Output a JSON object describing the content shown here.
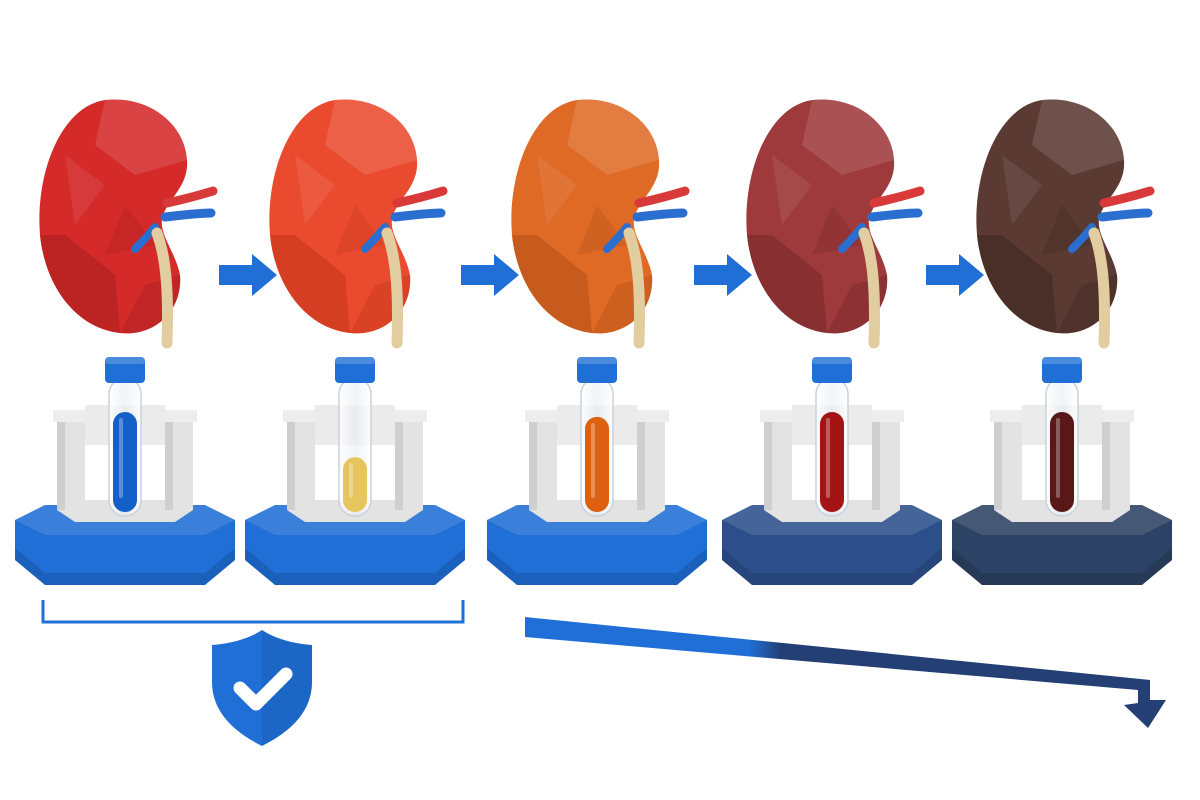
{
  "stages": [
    {
      "kidney_color": "#d42a2a",
      "kidney_shadow": "#a81d1d",
      "fluid_color": "#1560c8",
      "fluid_level": 0.82,
      "base_color": "#1f6fd6"
    },
    {
      "kidney_color": "#ea4b2e",
      "kidney_shadow": "#c23419",
      "fluid_color": "#e7c55e",
      "fluid_level": 0.45,
      "base_color": "#1f6fd6"
    },
    {
      "kidney_color": "#df6a26",
      "kidney_shadow": "#b14f16",
      "fluid_color": "#dd5f10",
      "fluid_level": 0.78,
      "base_color": "#1f6fd6"
    },
    {
      "kidney_color": "#9e3a3c",
      "kidney_shadow": "#762628",
      "fluid_color": "#a51414",
      "fluid_level": 0.82,
      "base_color": "#2c4f8c"
    },
    {
      "kidney_color": "#5a3a32",
      "kidney_shadow": "#3e2721",
      "fluid_color": "#581818",
      "fluid_level": 0.82,
      "base_color": "#2c4365"
    }
  ],
  "colors": {
    "arrow": "#1f6fd6",
    "bracket": "#1f6fd6",
    "shield": "#1f6fd6",
    "check": "#ffffff",
    "trend_start": "#1f6fd6",
    "trend_end": "#233f73",
    "artery": "#d83a3a",
    "vein": "#2a6fd0",
    "ureter": "#e2cda0",
    "rack": "#e3e3e3",
    "tube_cap": "#1f6fd6"
  },
  "icons": {
    "safe_zone": "shield-check-icon",
    "decline": "downward-trend-arrow"
  }
}
